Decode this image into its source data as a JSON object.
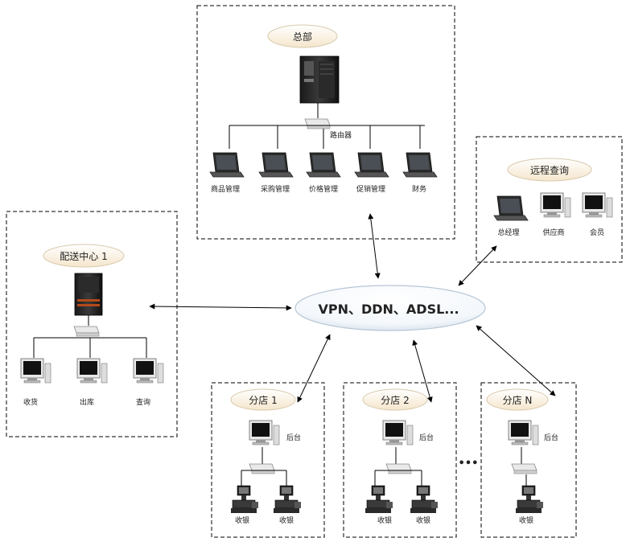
{
  "hq": {
    "title": "总部",
    "router_label": "路由器",
    "terminals": [
      "商品管理",
      "采购管理",
      "价格管理",
      "促销管理",
      "财务"
    ]
  },
  "remote": {
    "title": "远程查询",
    "terminals": [
      "总经理",
      "供应商",
      "会员"
    ]
  },
  "dc": {
    "title": "配送中心 1",
    "terminals": [
      "收货",
      "出库",
      "查询"
    ]
  },
  "network": {
    "label": "VPN、DDN、ADSL..."
  },
  "stores": [
    {
      "title": "分店 1",
      "backoffice": "后台",
      "tills": [
        "收银",
        "收银"
      ]
    },
    {
      "title": "分店 2",
      "backoffice": "后台",
      "tills": [
        "收银",
        "收银"
      ]
    },
    {
      "title": "分店 N",
      "backoffice": "后台",
      "tills": [
        "收银"
      ]
    }
  ],
  "ellipsis": "•••",
  "colors": {
    "line": "#000000",
    "ellipse_border": "#b7c6d6",
    "ellipse_fill": "#f2f6fa"
  }
}
